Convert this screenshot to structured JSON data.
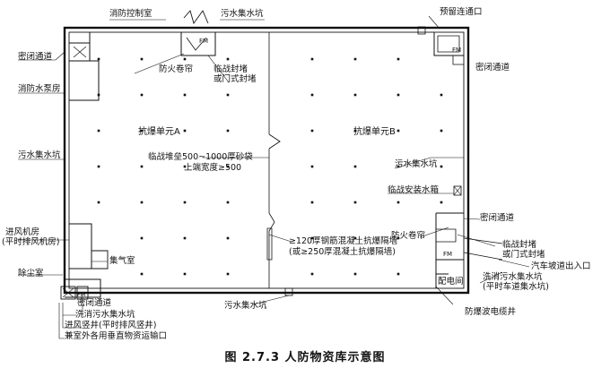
{
  "caption": "图 2.7.3   人防物资库示意图",
  "labels": {
    "fire_control_room": "消防控制室",
    "sewage_pit_top": "污水集水坑",
    "reserved_passage": "预留连通口",
    "sealed_passage_tl": "密闭通道",
    "sealed_passage_tr": "密闭通道",
    "fire_pump_room": "消防水泵房",
    "fire_shutter_top": "防火卷帘",
    "temp_plug_top": "临战封堵",
    "temp_plug_top_2": "或门式封堵",
    "unit_a": "抗爆单元A",
    "unit_b": "抗爆单元B",
    "sandbag_wall": "临战堆垒500~1000厚砂袋",
    "sandbag_wall_2": "上端宽度≥500",
    "sewage_pit_left": "污水集水坑",
    "sewage_pit_right": "污水集水坑",
    "temp_tank": "临战安装水箱",
    "sealed_passage_br": "密闭通道",
    "fire_shutter_br": "防火卷帘",
    "temp_plug_br": "临战封堵",
    "temp_plug_br_2": "或门式封堵",
    "blast_wall": "≥120厚钢筋混凝土抗爆隔墙",
    "blast_wall_2": "(或≥250厚混凝土抗爆隔墙)",
    "car_ramp": "汽车坡道出入口",
    "air_intake_room": "进风机房",
    "air_intake_room_2": "(平时排风机房)",
    "gas_chamber": "集气室",
    "dust_room": "除尘室",
    "wash_sewage_pit": "洗消污水集水坑",
    "wash_sewage_pit_2": "(平时车道集水坑)",
    "power_room": "配电间",
    "sealed_passage_bl": "密闭通道",
    "wash_sewage_pit_bl": "洗消污水集水坑",
    "intake_shaft": "进风竖井(平时排风竖井)",
    "outdoor_entrance": "兼室外各用垂直物资运输口",
    "sewage_pit_bottom": "污水集水坑",
    "cable_shaft": "防爆波电缆井",
    "fm": "FM"
  }
}
